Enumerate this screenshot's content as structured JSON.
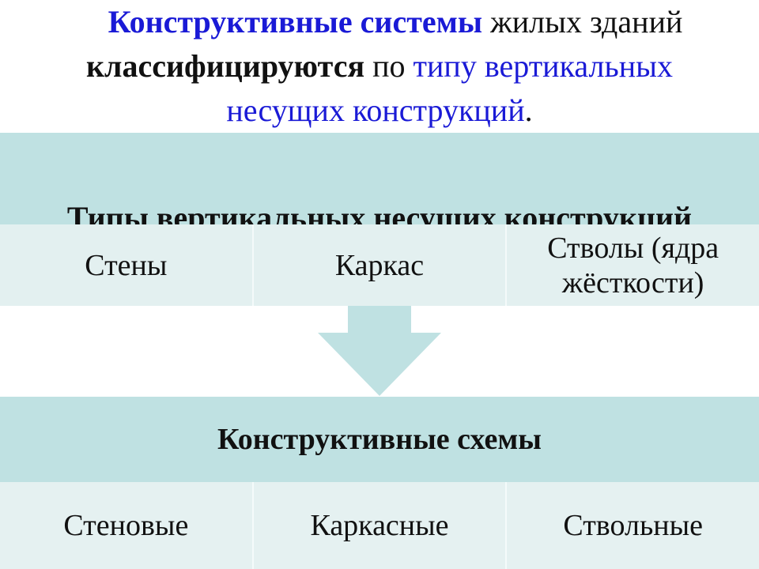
{
  "title": {
    "part1": "Конструктивные системы",
    "part2": " жилых зданий",
    "part3": "классифицируются",
    "part4": " по ",
    "part5": "типу вертикальных",
    "part6": "несущих конструкций",
    "part7": "."
  },
  "top_section": {
    "header": "Типы вертикальных несущих конструкций",
    "items": [
      "Стены",
      "Каркас",
      "Стволы (ядра жёсткости)"
    ]
  },
  "bottom_section": {
    "header": "Конструктивные схемы",
    "items": [
      "Стеновые",
      "Каркасные",
      "Ствольные"
    ]
  },
  "colors": {
    "header_fill": "#bfe1e2",
    "cell_fill": "#e3f0f0",
    "arrow_fill": "#bfe1e2",
    "title_accent": "#1a1ad6"
  }
}
